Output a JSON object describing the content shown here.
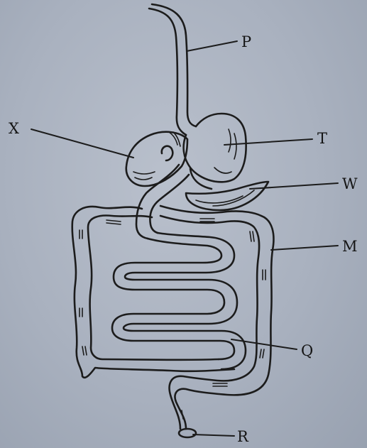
{
  "diagram": {
    "labels": {
      "P": "P",
      "T": "T",
      "X": "X",
      "W": "W",
      "M": "M",
      "Q": "Q",
      "R": "R"
    }
  }
}
